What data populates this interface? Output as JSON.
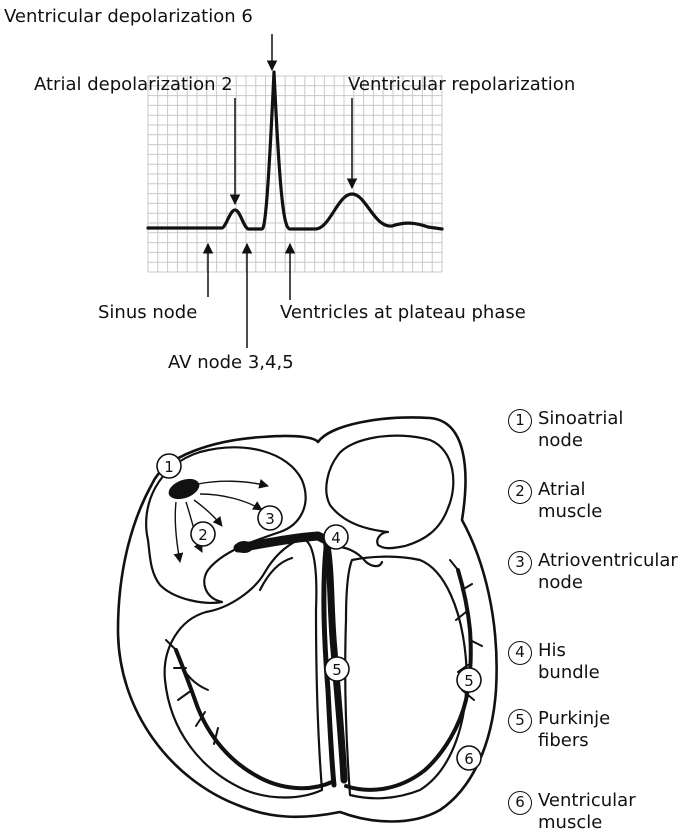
{
  "ecg": {
    "labels": {
      "ventricular_depolarization": "Ventricular depolarization 6",
      "atrial_depolarization": "Atrial depolarization 2",
      "ventricular_repolarization": "Ventricular repolarization",
      "sinus_node": "Sinus node",
      "ventricles_plateau": "Ventricles at plateau phase",
      "av_node": "AV node 3,4,5"
    }
  },
  "heart": {
    "markers": [
      "1",
      "2",
      "3",
      "4",
      "5",
      "5",
      "6"
    ]
  },
  "legend": [
    {
      "num": "1",
      "text": "Sinoatrial\nnode"
    },
    {
      "num": "2",
      "text": "Atrial\nmuscle"
    },
    {
      "num": "3",
      "text": "Atrioventricular\nnode"
    },
    {
      "num": "4",
      "text": "His\nbundle"
    },
    {
      "num": "5",
      "text": "Purkinje\nfibers"
    },
    {
      "num": "6",
      "text": "Ventricular\nmuscle"
    }
  ],
  "colors": {
    "ink": "#111111",
    "grid": "#c8c8c8"
  }
}
